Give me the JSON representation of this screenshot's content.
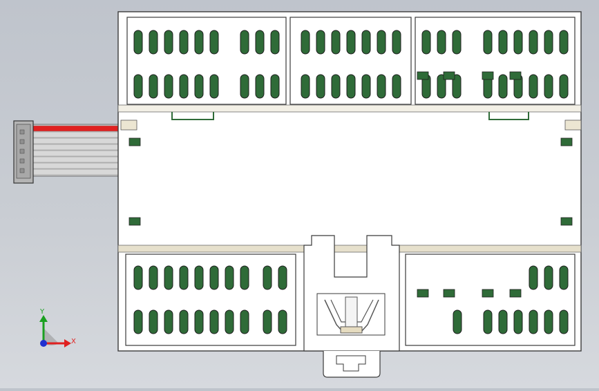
{
  "scene": {
    "model": "din-rail-io-module",
    "view": "front",
    "colors": {
      "body": "#ffffff",
      "outline": "#3a3a3a",
      "terminal_green": "#2f6b38",
      "terminal_green_light": "#3f8547",
      "rail_band": "#e6e0cc",
      "cable_red": "#e02020",
      "cable_grey": "#d8d8d8",
      "connector_grey": "#b4b4b4",
      "background": "#c4c8ce"
    },
    "ribbon_cable": {
      "wires": 8,
      "red_wire_index": 0
    }
  },
  "triad": {
    "x_label": "X",
    "y_label": "Y",
    "x_color": "#e02020",
    "y_color": "#1aa020",
    "z_color": "#2030d0"
  }
}
